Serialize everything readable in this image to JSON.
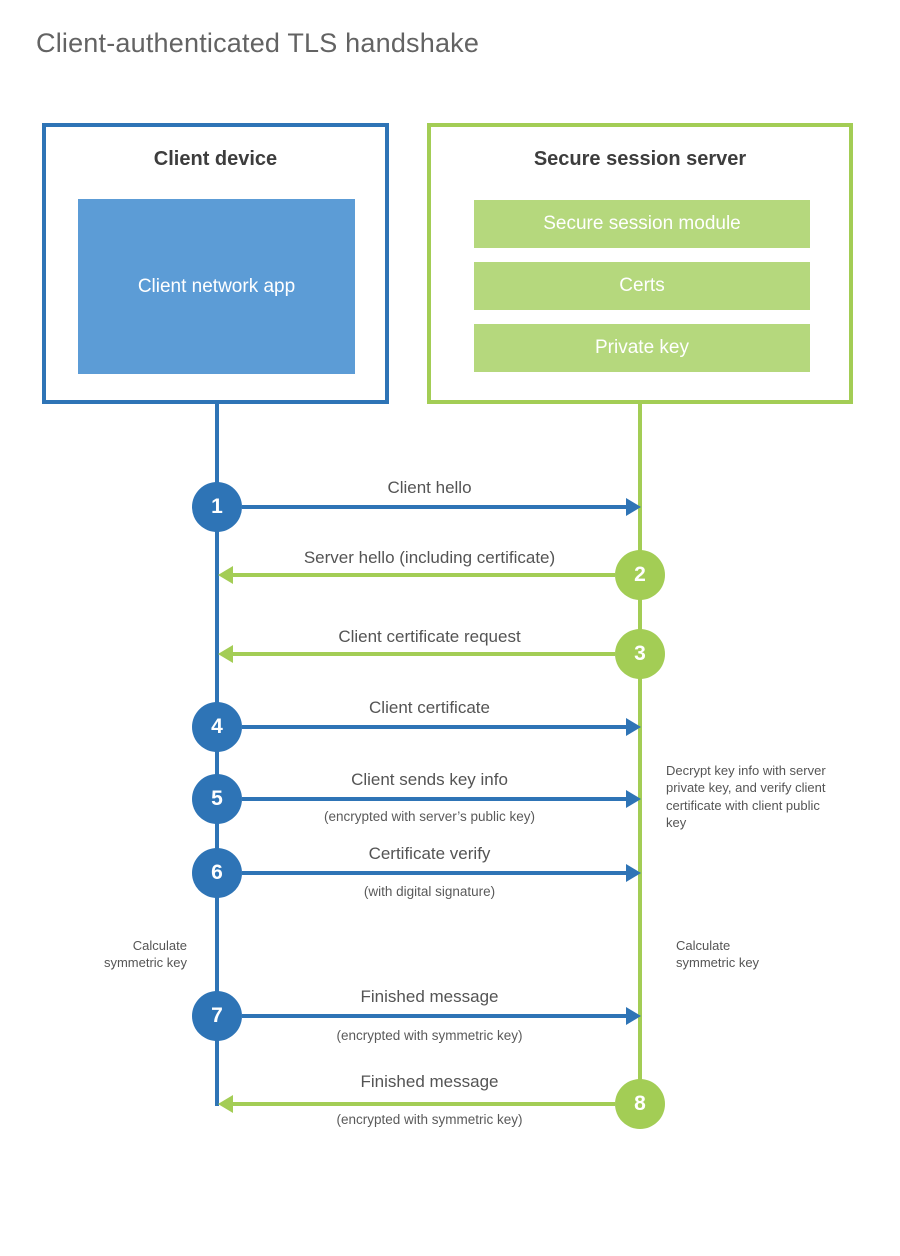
{
  "title": "Client-authenticated TLS handshake",
  "colors": {
    "blue_accent": "#2E74B6",
    "blue_fill": "#5C9CD6",
    "green_accent": "#A3CD55",
    "green_fill": "#B5D87D",
    "title_text": "#636363",
    "label_text": "#545454"
  },
  "client_box": {
    "title": "Client device",
    "module": "Client network app"
  },
  "server_box": {
    "title": "Secure session server",
    "modules": {
      "0": "Secure session module",
      "1": "Certs",
      "2": "Private key"
    }
  },
  "steps": {
    "0": {
      "num": "1",
      "label": "Client hello",
      "direction": "right",
      "actor": "client"
    },
    "1": {
      "num": "2",
      "label": "Server hello (including certificate)",
      "direction": "left",
      "actor": "server"
    },
    "2": {
      "num": "3",
      "label": "Client certificate request",
      "direction": "left",
      "actor": "server"
    },
    "3": {
      "num": "4",
      "label": "Client certificate",
      "direction": "right",
      "actor": "client"
    },
    "4": {
      "num": "5",
      "label": "Client sends key info",
      "sublabel": "(encrypted with server’s public key)",
      "direction": "right",
      "actor": "client"
    },
    "5": {
      "num": "6",
      "label": "Certificate verify",
      "sublabel": "(with digital signature)",
      "direction": "right",
      "actor": "client"
    },
    "6": {
      "num": "7",
      "label": "Finished message",
      "sublabel": "(encrypted with symmetric key)",
      "direction": "right",
      "actor": "client"
    },
    "7": {
      "num": "8",
      "label": "Finished message",
      "sublabel": "(encrypted with symmetric key)",
      "direction": "left",
      "actor": "server"
    }
  },
  "annotations": {
    "decrypt_note": "Decrypt key info with server private key, and verify client certificate with client public key",
    "calc_left": "Calculate symmetric key",
    "calc_right": "Calculate symmetric key"
  }
}
